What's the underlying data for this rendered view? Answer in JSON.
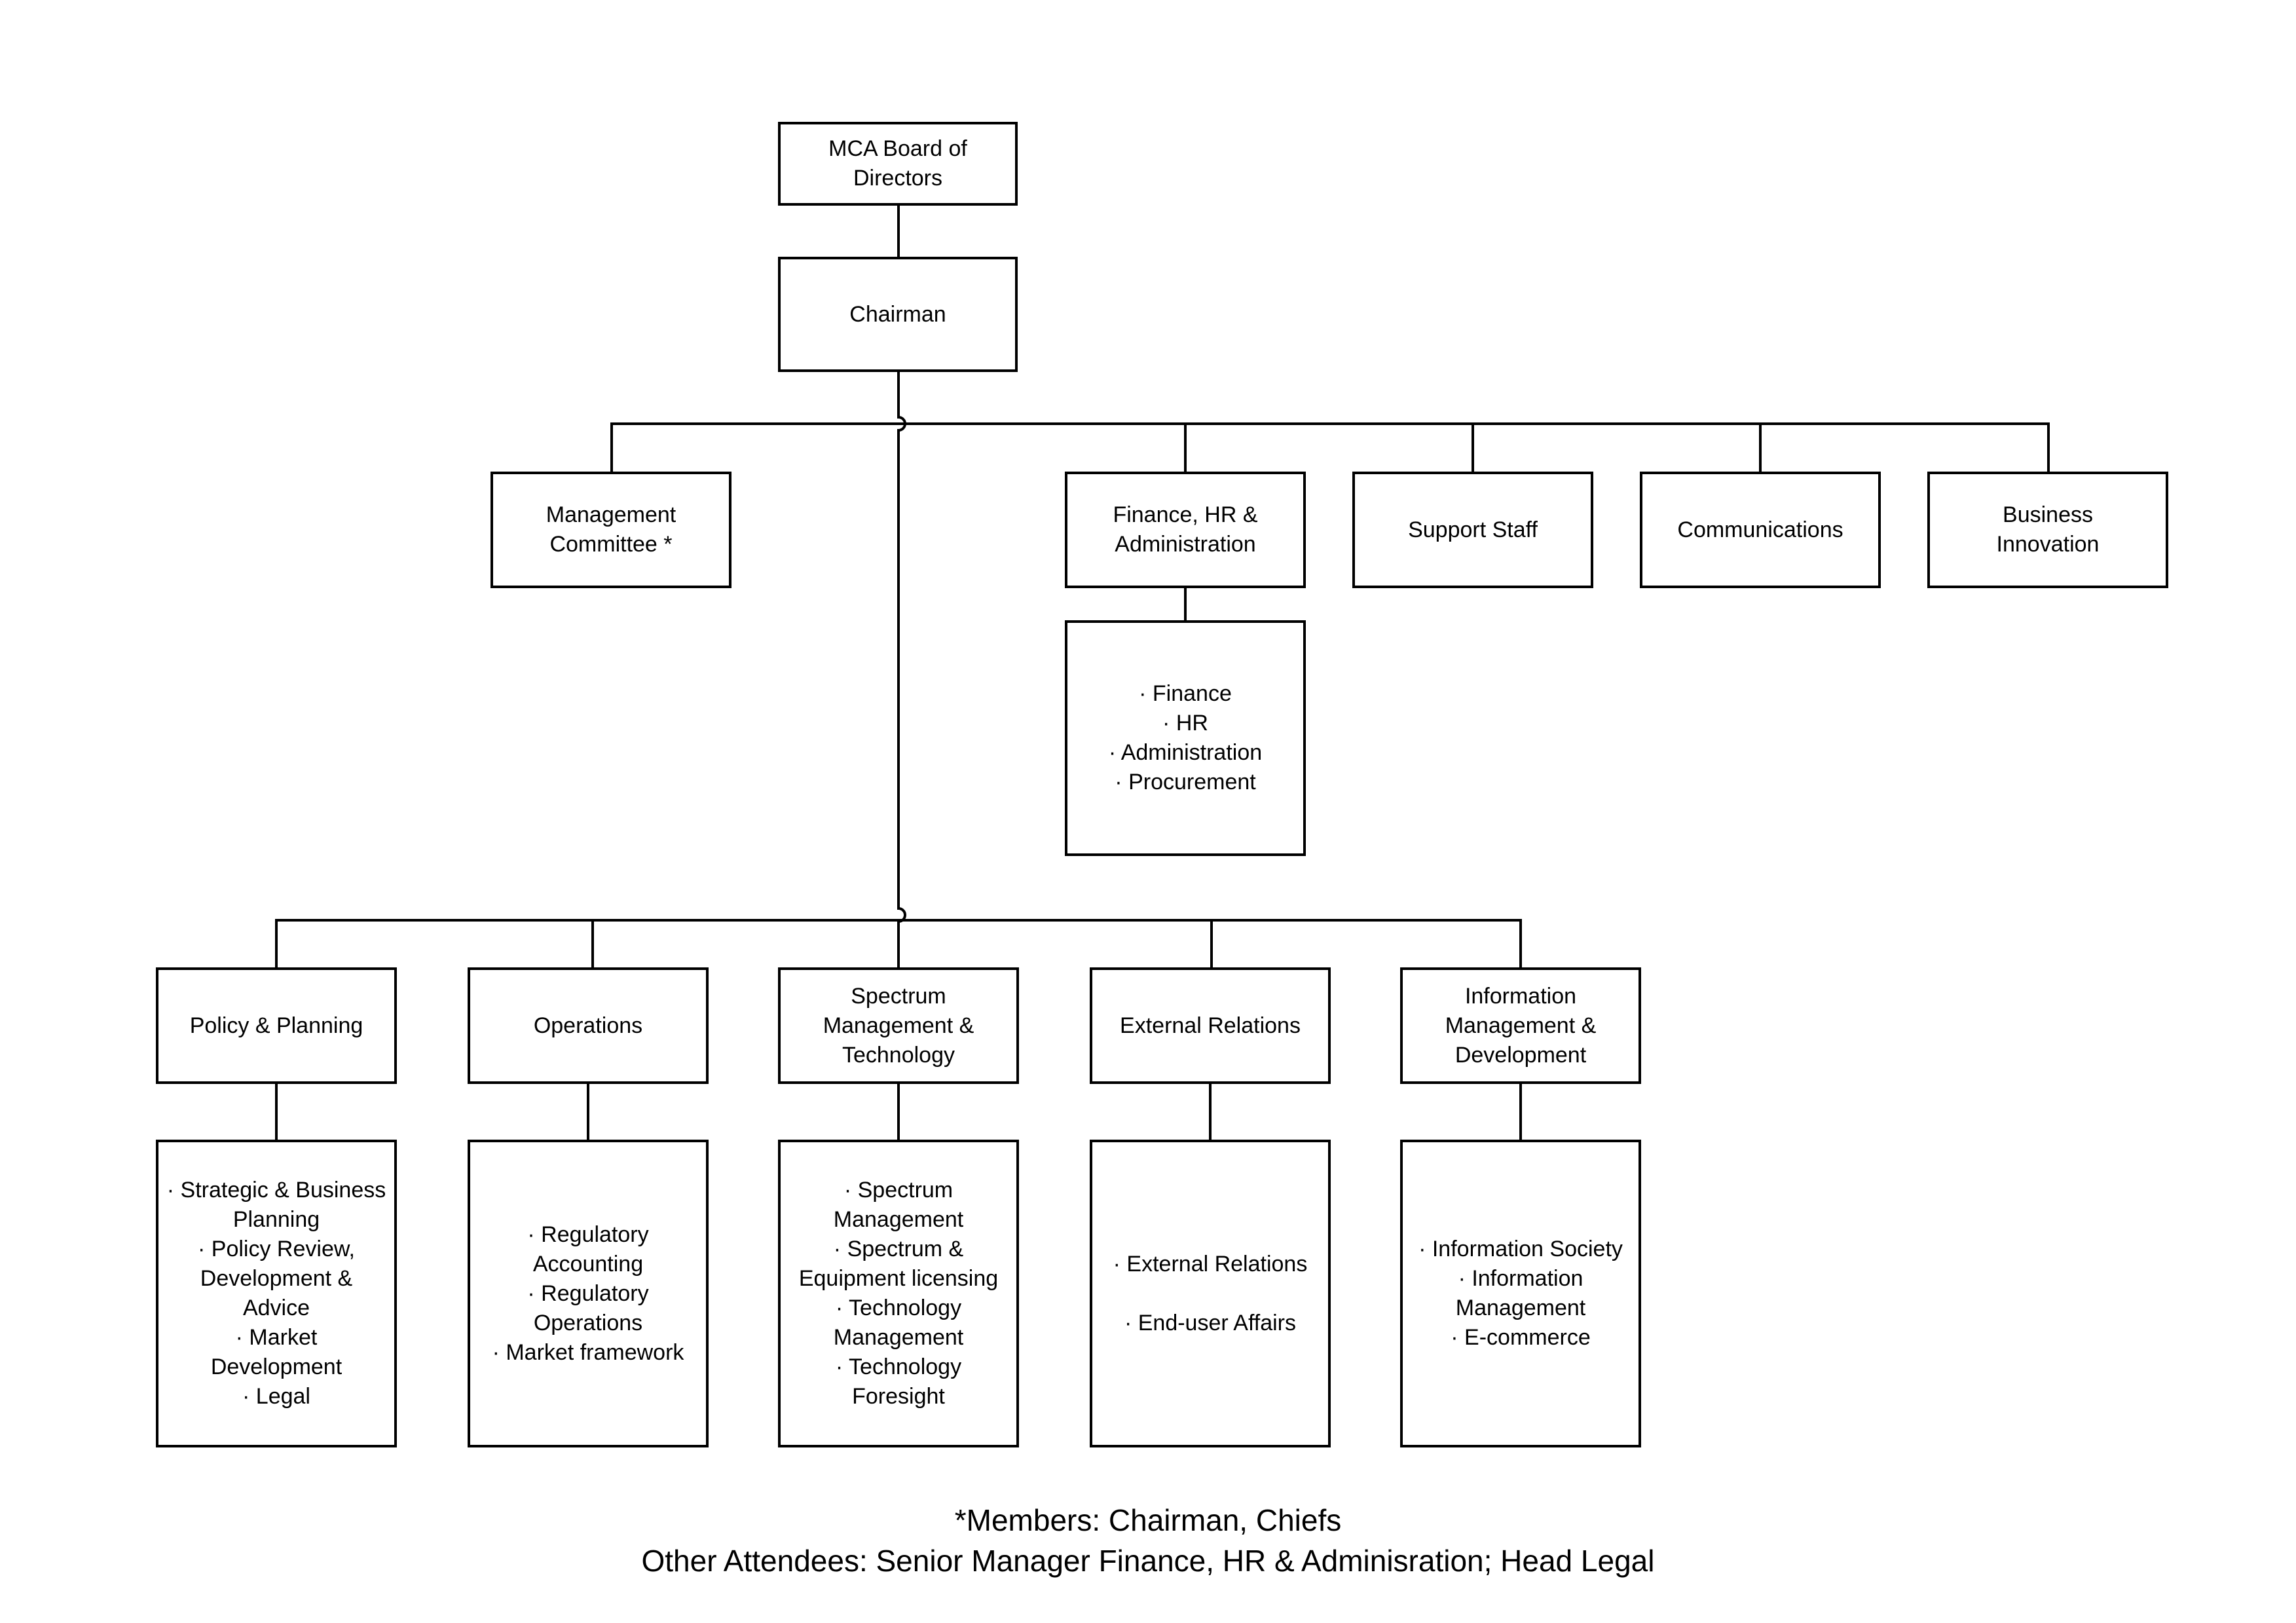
{
  "nodes": {
    "board": [
      "MCA Board of",
      "Directors"
    ],
    "chairman": [
      "Chairman"
    ],
    "management_committee": [
      "Management",
      "Committee *"
    ],
    "finance_hr_admin": [
      "Finance, HR &",
      "Administration"
    ],
    "support_staff": [
      "Support Staff"
    ],
    "communications": [
      "Communications"
    ],
    "business_innovation": [
      "Business",
      "Innovation"
    ],
    "finance_details": [
      "· Finance",
      "· HR",
      "· Administration",
      "· Procurement"
    ],
    "policy_planning": [
      "Policy & Planning"
    ],
    "operations": [
      "Operations"
    ],
    "spectrum": [
      "Spectrum",
      "Management &",
      "Technology"
    ],
    "external_relations": [
      "External Relations"
    ],
    "information_mgmt": [
      "Information",
      "Management &",
      "Development"
    ],
    "policy_details": [
      "· Strategic & Business",
      "Planning",
      "· Policy Review,",
      "Development &",
      "Advice",
      "· Market",
      "Development",
      "· Legal"
    ],
    "operations_details": [
      "· Regulatory",
      "Accounting",
      "· Regulatory",
      "Operations",
      "· Market framework"
    ],
    "spectrum_details": [
      "· Spectrum",
      "Management",
      "· Spectrum &",
      "Equipment licensing",
      "· Technology",
      "Management",
      "· Technology",
      "Foresight"
    ],
    "external_details": [
      "· External Relations",
      "",
      "· End-user Affairs"
    ],
    "information_details": [
      "· Information Society",
      "· Information",
      "Management",
      "· E-commerce"
    ]
  },
  "footnote": {
    "line1": "*Members: Chairman, Chiefs",
    "line2": "Other Attendees: Senior Manager Finance, HR & Adminisration; Head Legal"
  }
}
